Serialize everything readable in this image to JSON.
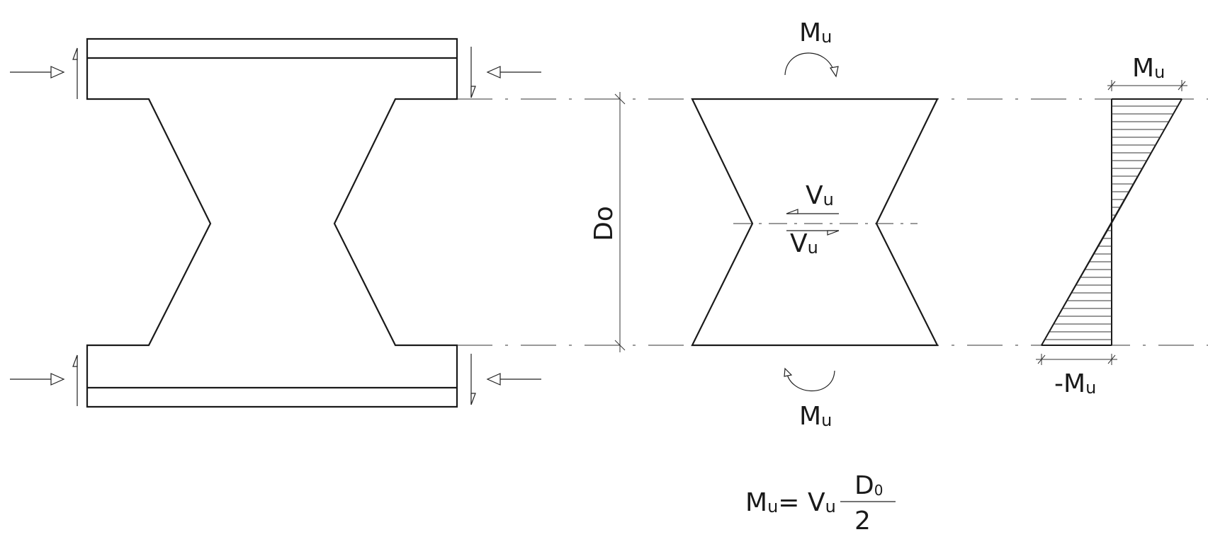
{
  "labels": {
    "m_top": "M",
    "m_top_sub": "u",
    "m_bottom": "M",
    "m_bottom_sub": "u",
    "v_upper": "V",
    "v_upper_sub": "u",
    "v_lower": "V",
    "v_lower_sub": "u",
    "do_dim": "Do",
    "mu_diagram_top": "M",
    "mu_diagram_top_sub": "u",
    "mu_diagram_bottom": "-M",
    "mu_diagram_bottom_sub": "u"
  },
  "formula": {
    "lhs": "M",
    "lhs_sub": "u",
    "equals": "=",
    "v": "V",
    "v_sub": "u",
    "numerator": "D",
    "numerator_sub": "0",
    "denominator": "2"
  }
}
